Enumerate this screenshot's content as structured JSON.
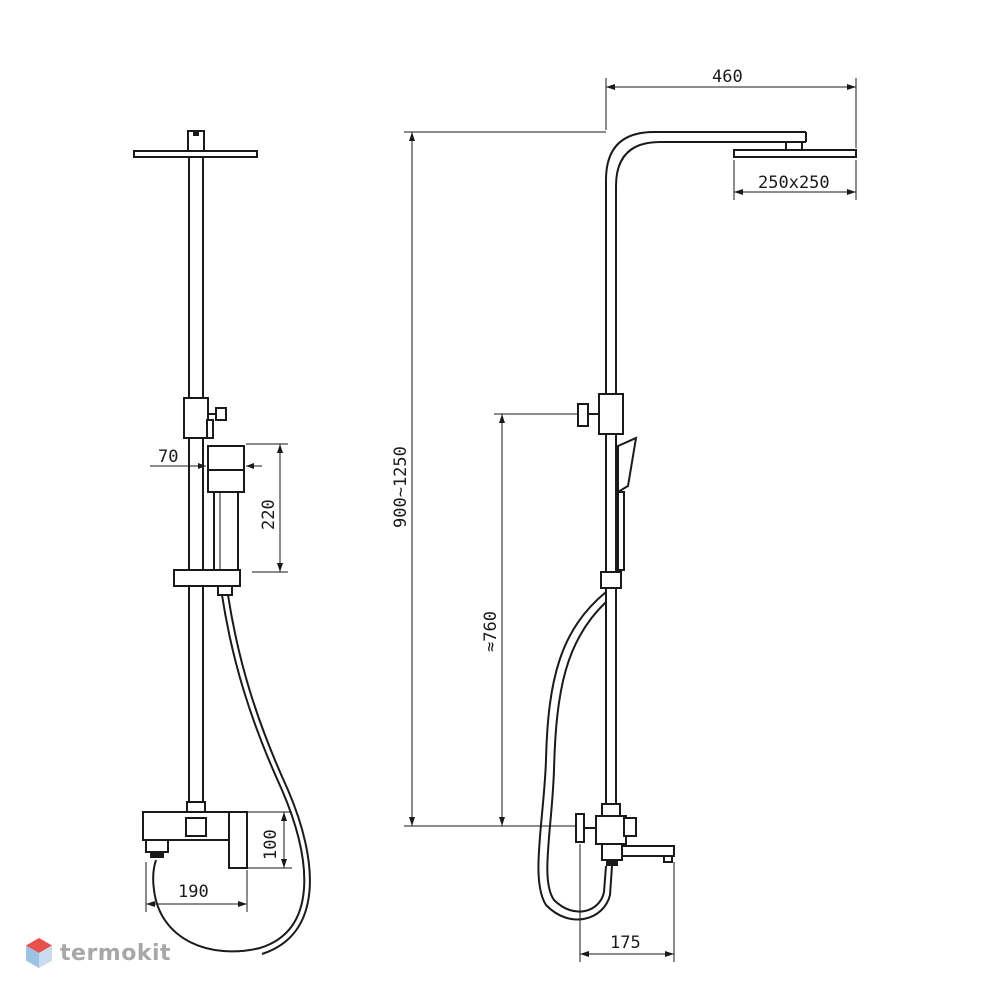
{
  "watermark": {
    "brand": "termokit",
    "icon": "hexagon-logo-icon",
    "accent": "#e8514b"
  },
  "dimensions": {
    "head_width": "70",
    "holder_height": "220",
    "mixer_height": "100",
    "mixer_width": "190",
    "arm_reach": "460",
    "head_size": "250x250",
    "column_height": "900~1250",
    "outlet_height": "≈760",
    "spout_reach": "175"
  }
}
